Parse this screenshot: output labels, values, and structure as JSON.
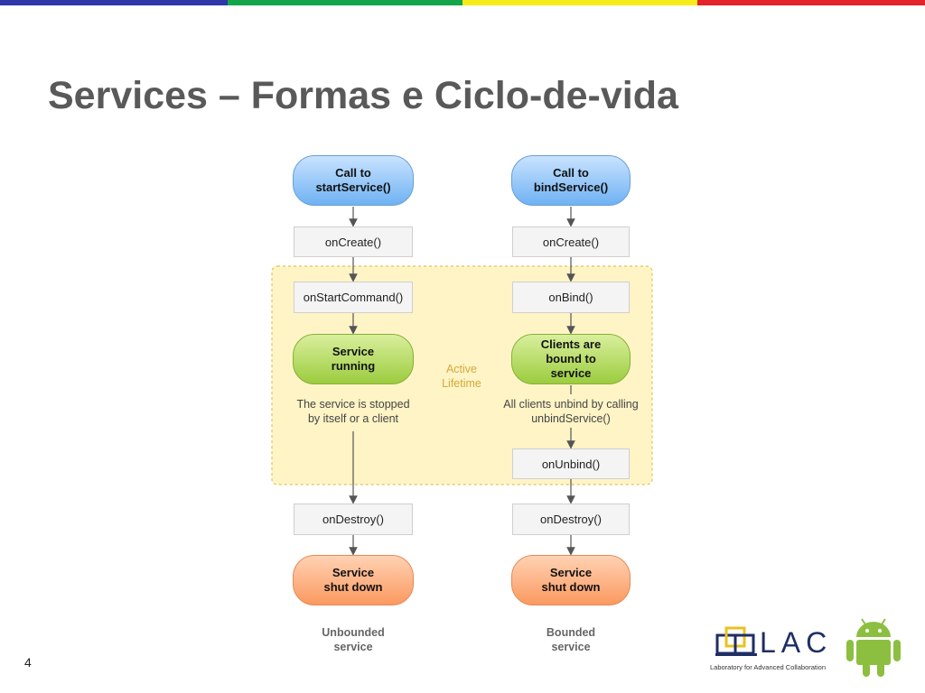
{
  "slide": {
    "title": "Services – Formas e Ciclo-de-vida",
    "page_number": "4",
    "stripe_colors": [
      "#2e36a8",
      "#13a54a",
      "#f5ec1a",
      "#e2232a"
    ]
  },
  "diagram": {
    "unbounded": {
      "start": "Call to\nstartService()",
      "create": "onCreate()",
      "command": "onStartCommand()",
      "running": "Service\nrunning",
      "stop_note": "The service is stopped\nby itself or a client",
      "destroy": "onDestroy()",
      "shutdown": "Service\nshut down",
      "caption": "Unbounded\nservice"
    },
    "bounded": {
      "start": "Call to\nbindService()",
      "create": "onCreate()",
      "bind": "onBind()",
      "clients": "Clients are\nbound to\nservice",
      "unbind_note": "All clients unbind by calling\nunbindService()",
      "unbind": "onUnbind()",
      "destroy": "onDestroy()",
      "shutdown": "Service\nshut down",
      "caption": "Bounded\nservice"
    },
    "active_lifetime": "Active\nLifetime",
    "colors": {
      "start": "#6fb2f3",
      "active": "#9ccc3f",
      "shutdown": "#fb9960",
      "lifetime_area": "#fff4c6",
      "lifetime_border": "#e0c35a"
    }
  },
  "logos": {
    "lac_text": "LAC",
    "lac_subtitle": "Laboratory for Advanced Collaboration",
    "android_icon": "android-icon"
  }
}
